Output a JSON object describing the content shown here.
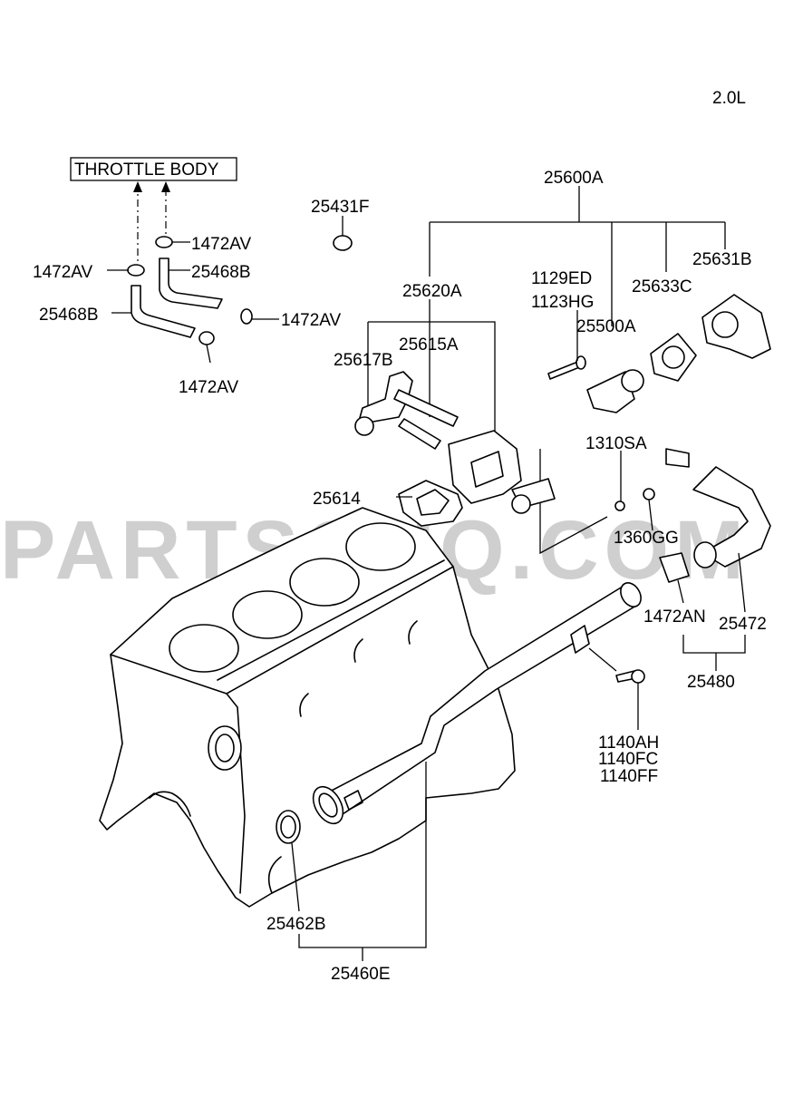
{
  "engine_label": "2.0L",
  "throttle_body": "THROTTLE BODY",
  "watermark": "PARTSOUQ.COM",
  "callouts": {
    "c25600A": "25600A",
    "c25431F": "25431F",
    "c1472AV_top": "1472AV",
    "c1472AV_left": "1472AV",
    "c25468B_right": "25468B",
    "c25468B_left": "25468B",
    "c1472AV_mid": "1472AV",
    "c1472AV_bottom": "1472AV",
    "c25620A": "25620A",
    "c25615A": "25615A",
    "c25617B": "25617B",
    "c1129ED": "1129ED",
    "c1123HG": "1123HG",
    "c25500A": "25500A",
    "c25633C": "25633C",
    "c25631B": "25631B",
    "c1310SA": "1310SA",
    "c25614": "25614",
    "c1360GG": "1360GG",
    "c1472AN": "1472AN",
    "c25472": "25472",
    "c25480": "25480",
    "c1140AH": "1140AH",
    "c1140FC": "1140FC",
    "c1140FF": "1140FF",
    "c25462B": "25462B",
    "c25460E": "25460E"
  }
}
